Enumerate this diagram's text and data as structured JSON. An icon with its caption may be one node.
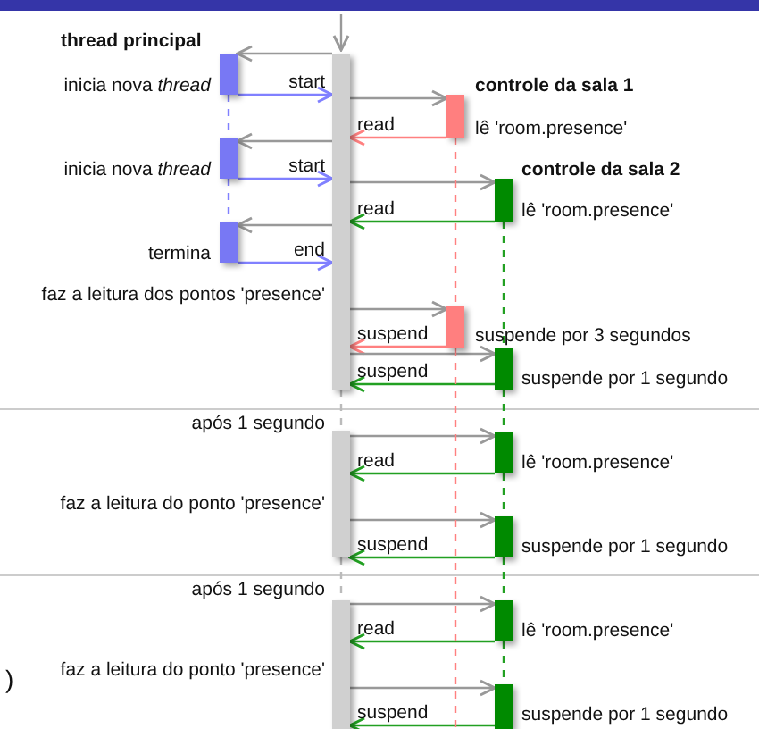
{
  "diagram": {
    "nodes": [
      {
        "text": [],
        "shape": "bar",
        "beside": [
          "faz a leitura dos pontos 'presence'"
        ]
      },
      {
        "text": [],
        "shape": "bar",
        "beside": [
          "thread principal",
          "inicia nova *thread*"
        ]
      },
      {
        "text": [],
        "shape": "bar",
        "beside": [
          "controle da sala 1",
          "lê 'room.presence'"
        ]
      },
      {
        "text": [],
        "shape": "bar",
        "beside": [
          "inicia nova *thread*"
        ]
      },
      {
        "text": [],
        "shape": "bar",
        "beside": [
          "controle da sala 2",
          "lê 'room.presence'"
        ]
      },
      {
        "text": [],
        "shape": "bar",
        "beside": [
          "termina"
        ]
      },
      {
        "text": [],
        "shape": "bar",
        "beside": [
          "suspende por 3 segundos"
        ]
      },
      {
        "text": [],
        "shape": "bar",
        "beside": [
          "suspende por 1 segundo"
        ]
      },
      {
        "text": [],
        "shape": "bar",
        "beside": [
          "após 1 segundo",
          "faz a leitura do ponto 'presence'"
        ]
      },
      {
        "text": [],
        "shape": "bar",
        "beside": [
          "lê 'room.presence'"
        ]
      },
      {
        "text": [],
        "shape": "bar",
        "beside": [
          "suspende por 1 segundo"
        ]
      },
      {
        "text": [],
        "shape": "bar",
        "beside": [
          "após 1 segundo",
          "faz a leitura do ponto 'presence'"
        ]
      },
      {
        "text": [],
        "shape": "bar",
        "beside": [
          "lê 'room.presence'"
        ]
      },
      {
        "text": [],
        "shape": "bar",
        "beside": [
          "suspende por 1 segundo"
        ]
      }
    ],
    "edges": [
      {
        "from": null,
        "to": 0,
        "arrow": "to"
      },
      {
        "from": 0,
        "to": 1,
        "arrow": "to"
      },
      {
        "from": 1,
        "to": 0,
        "arrow": "to",
        "label": "start",
        "color": "#8080ff"
      },
      {
        "from": 0,
        "to": 2,
        "arrow": "to"
      },
      {
        "from": 2,
        "to": 0,
        "arrow": "to",
        "label": "read",
        "color": "#ff8080"
      },
      {
        "from": 0,
        "to": 3,
        "arrow": "to"
      },
      {
        "from": 3,
        "to": 0,
        "arrow": "to",
        "label": "start",
        "color": "#8080ff"
      },
      {
        "from": 0,
        "to": 4,
        "arrow": "to"
      },
      {
        "from": 4,
        "to": 0,
        "arrow": "to",
        "label": "read",
        "color": "#22a022"
      },
      {
        "from": 0,
        "to": 5,
        "arrow": "to"
      },
      {
        "from": 5,
        "to": 0,
        "arrow": "to",
        "label": "end",
        "color": "#8080ff"
      },
      {
        "from": 0,
        "to": 6,
        "arrow": "to"
      },
      {
        "from": 6,
        "to": 0,
        "arrow": "to",
        "label": "suspend",
        "color": "#ff8080"
      },
      {
        "from": 0,
        "to": 7,
        "arrow": "to"
      },
      {
        "from": 7,
        "to": 0,
        "arrow": "to",
        "label": "suspend",
        "color": "#22a022"
      },
      {
        "from": 8,
        "to": 9,
        "arrow": "to"
      },
      {
        "from": 9,
        "to": 8,
        "arrow": "to",
        "label": "read",
        "color": "#22a022"
      },
      {
        "from": 8,
        "to": 10,
        "arrow": "to"
      },
      {
        "from": 10,
        "to": 8,
        "arrow": "to",
        "label": "suspend",
        "color": "#22a022"
      },
      {
        "from": 11,
        "to": 12,
        "arrow": "to"
      },
      {
        "from": 12,
        "to": 11,
        "arrow": "to",
        "label": "read",
        "color": "#22a022"
      },
      {
        "from": 11,
        "to": 13,
        "arrow": "to"
      },
      {
        "from": 13,
        "to": 11,
        "arrow": "to",
        "label": "suspend",
        "color": "#22a022"
      },
      {
        "from": 1,
        "to": 3,
        "arrow": "none",
        "style": "dashed",
        "color": "#8080ff"
      },
      {
        "from": 3,
        "to": 5,
        "arrow": "none",
        "style": "dashed",
        "color": "#8080ff"
      },
      {
        "from": 2,
        "to": 6,
        "arrow": "none",
        "style": "dashed",
        "color": "#ff8080"
      },
      {
        "from": 6,
        "to": null,
        "arrow": "none",
        "style": "dashed",
        "color": "#ff8080"
      },
      {
        "from": 4,
        "to": 7,
        "arrow": "none",
        "style": "dashed",
        "color": "#22a022"
      },
      {
        "from": 7,
        "to": 9,
        "arrow": "none",
        "style": "dashed",
        "color": "#22a022"
      },
      {
        "from": 9,
        "to": 10,
        "arrow": "none",
        "style": "dashed",
        "color": "#22a022"
      },
      {
        "from": 10,
        "to": 12,
        "arrow": "none",
        "style": "dashed",
        "color": "#22a022"
      },
      {
        "from": 12,
        "to": 13,
        "arrow": "none",
        "style": "dashed",
        "color": "#22a022"
      },
      {
        "from": 0,
        "to": 8,
        "arrow": "none",
        "style": "dashed",
        "color": "#bbbbbb"
      },
      {
        "from": 8,
        "to": 11,
        "arrow": "none",
        "style": "dashed",
        "color": "#bbbbbb"
      }
    ],
    "labels": [
      ")"
    ]
  }
}
